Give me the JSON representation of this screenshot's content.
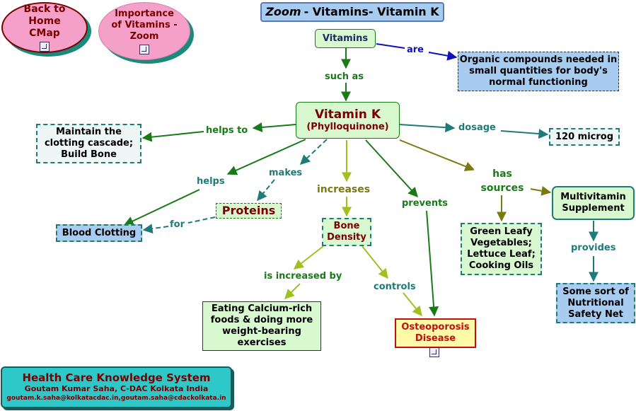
{
  "title": {
    "zoom": "Zoom",
    "rest": "- Vitamins- Vitamin K"
  },
  "nav": {
    "back": "Back to Home CMap",
    "importance": "Importance of Vitamins - Zoom"
  },
  "nodes": {
    "vitamins": "Vitamins",
    "organic": "Organic compounds needed in small quantities for body's normal functioning",
    "vitamin_k": "Vitamin K",
    "phylloquinone": "(Phylloquinone)",
    "maintain": "Maintain the clotting cascade; Build Bone",
    "dosage_value": "120 microg",
    "proteins": "Proteins",
    "blood_clotting": "Blood Clotting",
    "bone_density": "Bone Density",
    "eating": "Eating Calcium-rich foods & doing more weight-bearing exercises",
    "osteoporosis": "Osteoporosis Disease",
    "green_leafy": "Green Leafy Vegetables; Lettuce Leaf; Cooking Oils",
    "multivitamin": "Multivitamin Supplement",
    "safety_net": "Some sort of Nutritional Safety Net"
  },
  "links": {
    "are": "are",
    "such_as": "such as",
    "helps_to": "helps to",
    "dosage": "dosage",
    "makes": "makes",
    "helps": "helps",
    "for": "for",
    "increases": "increases",
    "prevents": "prevents",
    "has_sources": "has sources",
    "provides": "provides",
    "is_increased_by": "is increased by",
    "controls": "controls"
  },
  "footer": {
    "system": "Health Care Knowledge System",
    "author": "Goutam Kumar Saha, C-DAC Kolkata India",
    "email": "goutam.k.saha@kolkatacdac.in,goutam.saha@cdackolkata.in"
  },
  "colors": {
    "green": "#1a7a1a",
    "teal": "#1f7a7a",
    "olive": "#7a7a10",
    "lime": "#a0c020",
    "blue": "#1010c0",
    "darkred": "#7a0000"
  }
}
